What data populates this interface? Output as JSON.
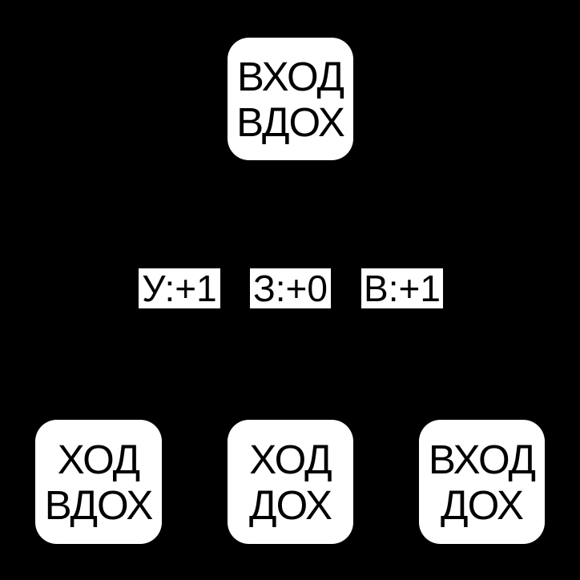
{
  "colors": {
    "background": "#000000",
    "node_fill": "#ffffff",
    "node_text": "#000000",
    "label_fill": "#ffffff",
    "label_text": "#000000"
  },
  "root_node": {
    "lines": [
      "ВХОД",
      "ВДОХ"
    ]
  },
  "edge_labels": [
    {
      "label": "У:+1"
    },
    {
      "label": "З:+0"
    },
    {
      "label": "В:+1"
    }
  ],
  "child_nodes": [
    {
      "lines": [
        "ХОД",
        "ВДОХ"
      ]
    },
    {
      "lines": [
        "ХОД",
        "ДОХ"
      ]
    },
    {
      "lines": [
        "ВХОД",
        "ДОХ"
      ]
    }
  ]
}
